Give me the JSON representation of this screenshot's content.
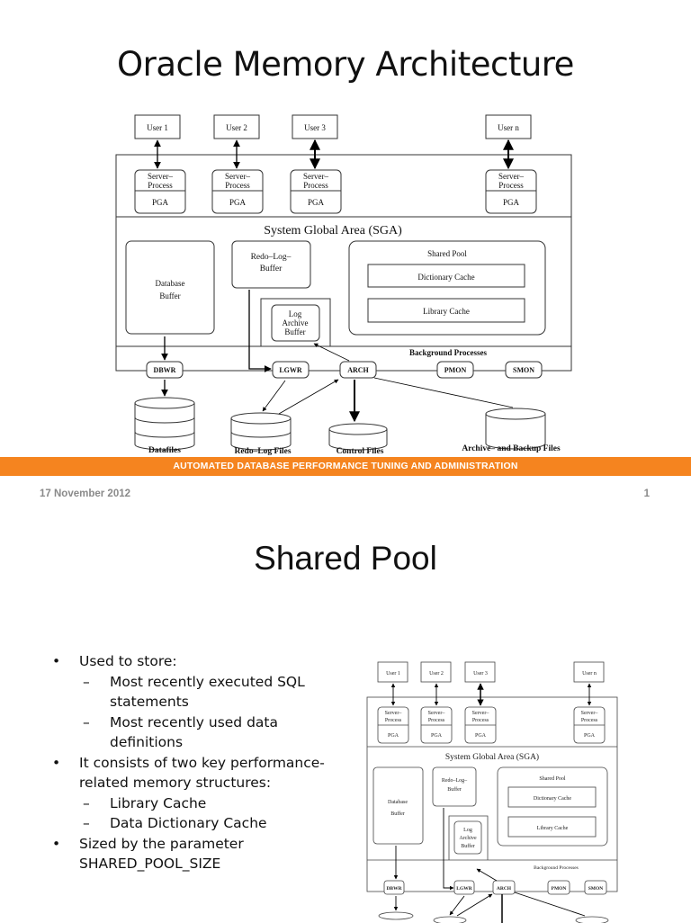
{
  "slide1": {
    "title": "Oracle Memory Architecture",
    "banner": "AUTOMATED DATABASE PERFORMANCE TUNING AND ADMINISTRATION",
    "date": "17 November 2012",
    "page_number": "1",
    "diagram": {
      "users": [
        "User 1",
        "User 2",
        "User 3",
        "User n"
      ],
      "server_process": "Server–\nProcess",
      "server_process_l1": "Server–",
      "server_process_l2": "Process",
      "pga": "PGA",
      "sga_title": "System Global Area (SGA)",
      "database_buffer_l1": "Database",
      "database_buffer_l2": "Buffer",
      "redo_log_buffer_l1": "Redo–Log–",
      "redo_log_buffer_l2": "Buffer",
      "log_archive_buffer_l1": "Log",
      "log_archive_buffer_l2": "Archive",
      "log_archive_buffer_l3": "Buffer",
      "shared_pool": "Shared Pool",
      "dictionary_cache": "Dictionary Cache",
      "library_cache": "Library Cache",
      "background_processes": "Background Processes",
      "processes": [
        "DBWR",
        "LGWR",
        "ARCH",
        "PMON",
        "SMON"
      ],
      "files": [
        "Datafiles",
        "Redo–Log Files",
        "Control Files",
        "Archive– and Backup Files"
      ]
    }
  },
  "slide2": {
    "title": "Shared Pool",
    "bullets": [
      {
        "level": 1,
        "text": "Used to store:"
      },
      {
        "level": 2,
        "text": "Most recently executed SQL statements"
      },
      {
        "level": 2,
        "text": "Most recently used data definitions"
      },
      {
        "level": 1,
        "text": "It consists of two key performance-related memory structures:"
      },
      {
        "level": 2,
        "text": "Library Cache"
      },
      {
        "level": 2,
        "text": "Data Dictionary Cache"
      },
      {
        "level": 1,
        "text": "Sized by the parameter SHARED_POOL_SIZE"
      }
    ]
  },
  "colors": {
    "banner": "#f5841f",
    "footer_text": "#8a8a8a"
  }
}
